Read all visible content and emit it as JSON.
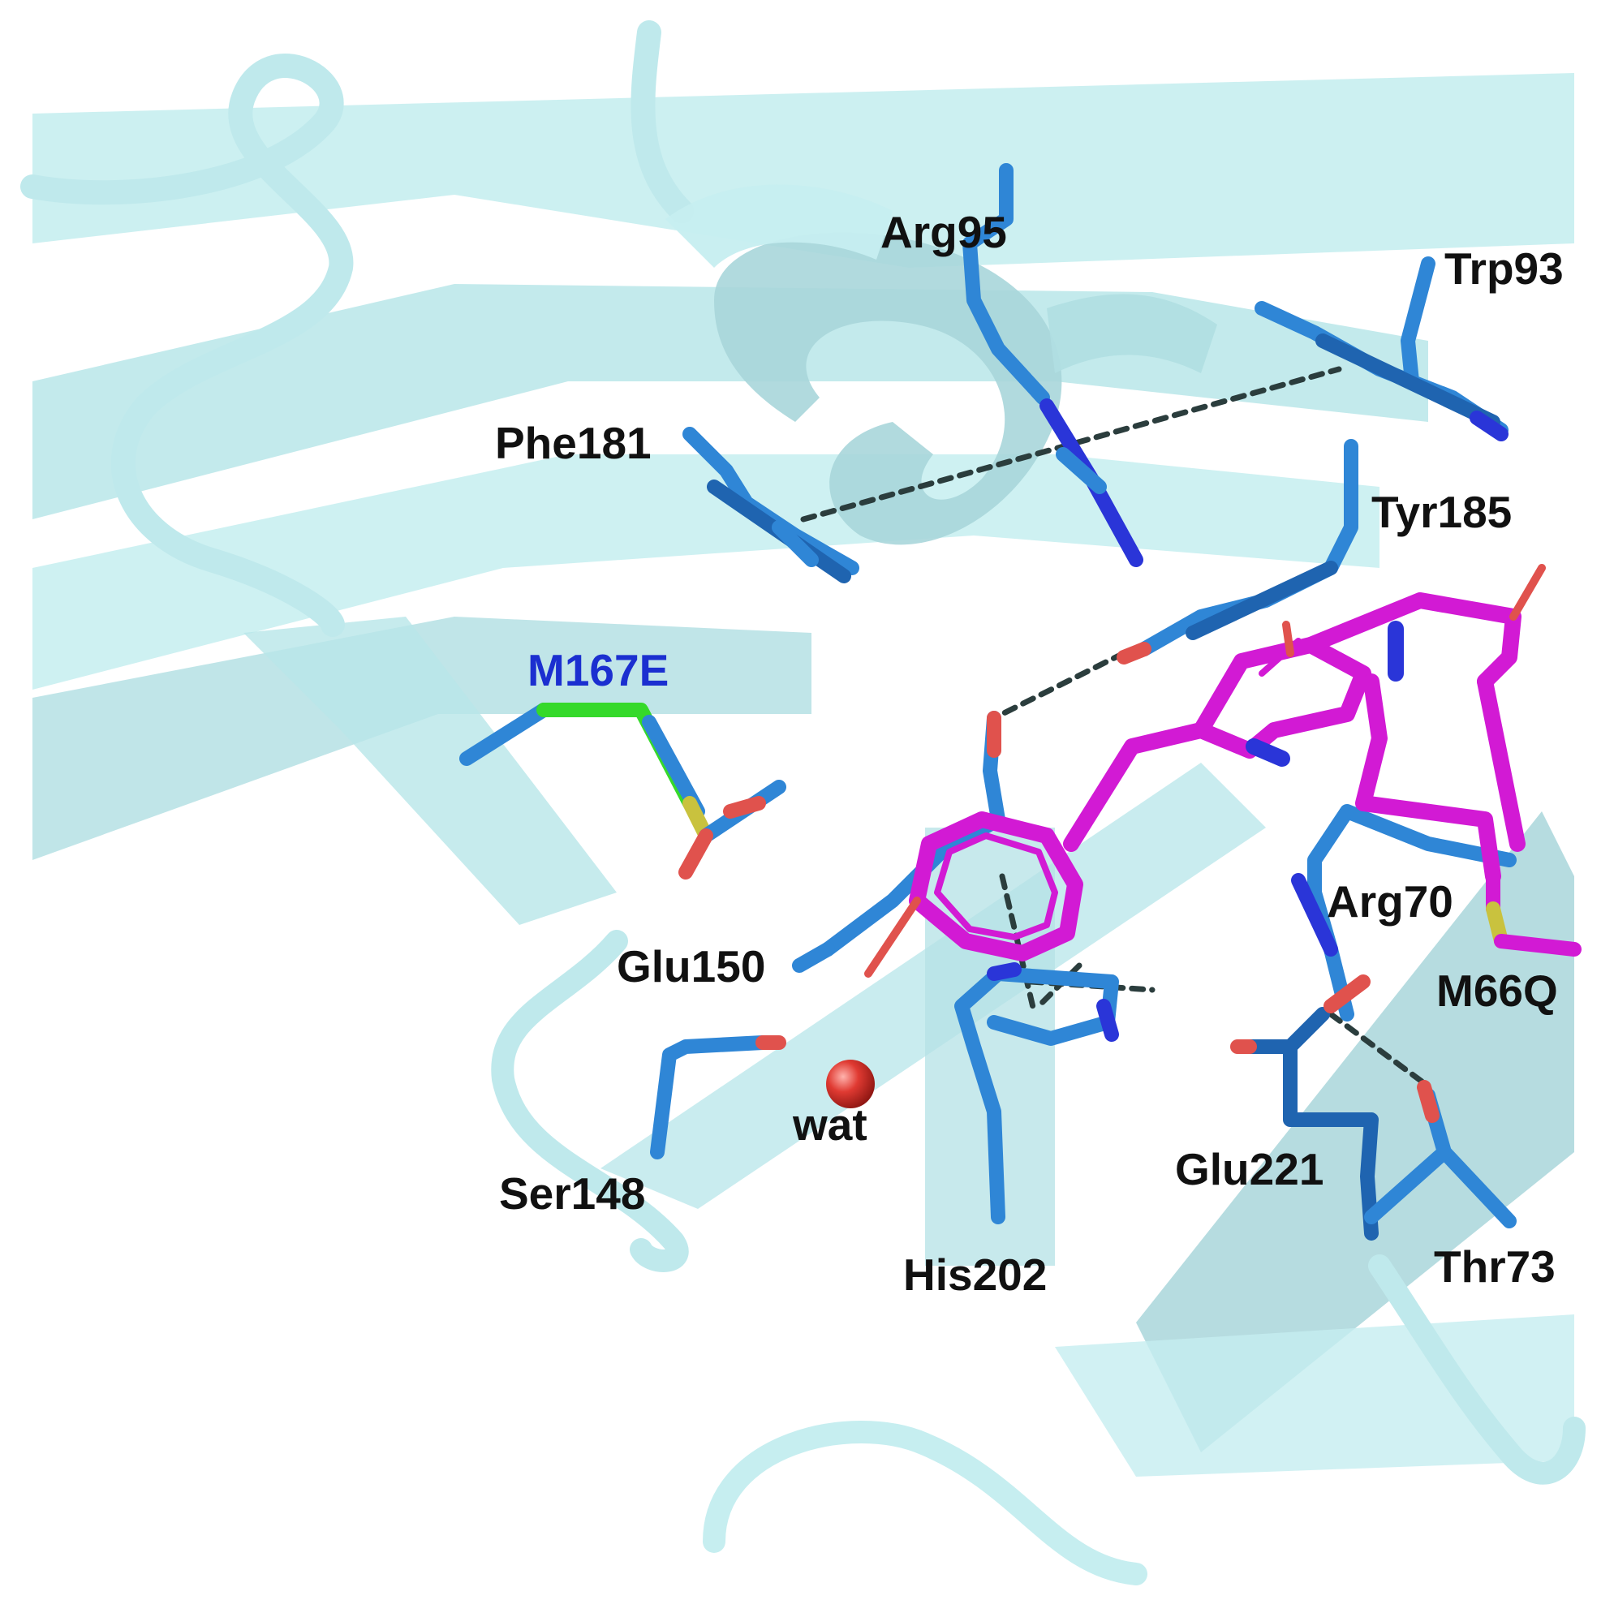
{
  "residues": {
    "arg95": "Arg95",
    "trp93": "Trp93",
    "phe181": "Phe181",
    "tyr185": "Tyr185",
    "m167e": "M167E",
    "glu150": "Glu150",
    "arg70": "Arg70",
    "m66q": "M66Q",
    "ser148": "Ser148",
    "wat": "wat",
    "glu221": "Glu221",
    "his202": "His202",
    "thr73": "Thr73"
  },
  "colors": {
    "ribbon": "#c6eef0",
    "ribbon_shadow": "#a9d6da",
    "residue_carbon": "#2f86d6",
    "residue_carbon_dark": "#1f64b0",
    "nitrogen": "#2a35d8",
    "oxygen": "#e0524d",
    "sulfur": "#c9c23e",
    "mutant_carbon": "#35d92a",
    "chromophore_carbon": "#d21ad4",
    "water": "#e03a32",
    "hbond": "#2b3d3d",
    "label": "#111111",
    "mutant_label": "#1b2fd0"
  },
  "icons": {
    "water": "red-sphere",
    "hbond": "dashed-line"
  }
}
